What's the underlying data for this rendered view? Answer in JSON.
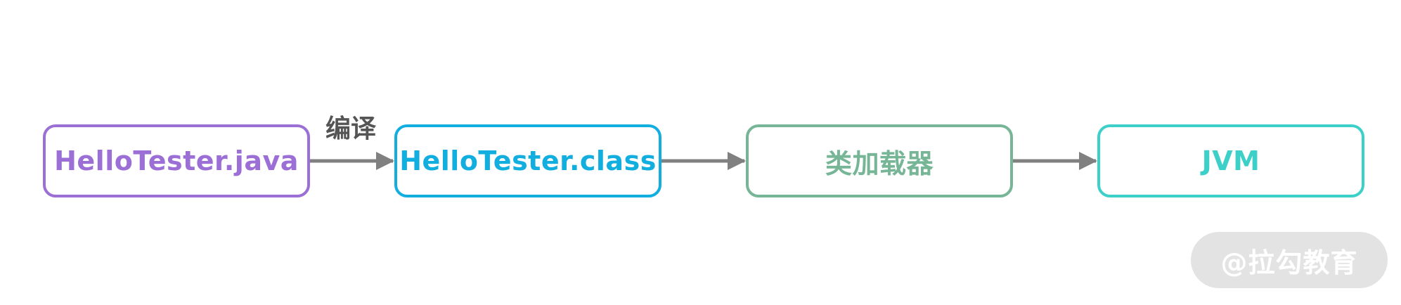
{
  "nodes": [
    {
      "label": "HelloTester.java",
      "color": "#9b6fd6"
    },
    {
      "label": "HelloTester.class",
      "color": "#12aee0"
    },
    {
      "label": "类加载器",
      "color": "#76b595"
    },
    {
      "label": "JVM",
      "color": "#3cd0c8"
    }
  ],
  "edges": [
    {
      "label": "编译"
    },
    {
      "label": ""
    },
    {
      "label": ""
    }
  ],
  "edge_color": "#808080",
  "watermark": {
    "text": "@拉勾教育"
  }
}
